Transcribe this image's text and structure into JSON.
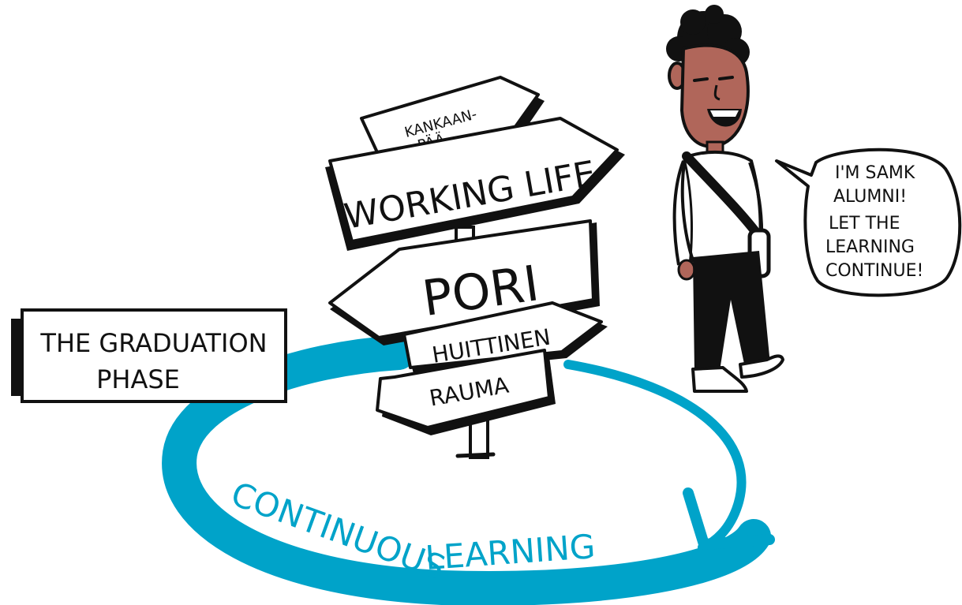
{
  "colors": {
    "accent": "#00a3c9",
    "ink": "#111111",
    "skin": "#b0665a",
    "paper": "#ffffff"
  },
  "phase_label": {
    "line1": "THE GRADUATION",
    "line2": "PHASE"
  },
  "signpost": {
    "kankaanpaa": {
      "line1": "KANKAAN-",
      "line2": "PÄÄ"
    },
    "working_life": "WORKING LIFE",
    "pori": "PORI",
    "huittinen": "HUITTINEN",
    "rauma": "RAUMA"
  },
  "loop_label": {
    "word1": "CONTINUOUS",
    "word2": "LEARNING"
  },
  "speech_bubble": {
    "lines": [
      "I'M SAMK",
      "ALUMNI!",
      "LET THE",
      "LEARNING",
      "CONTINUE!"
    ]
  }
}
